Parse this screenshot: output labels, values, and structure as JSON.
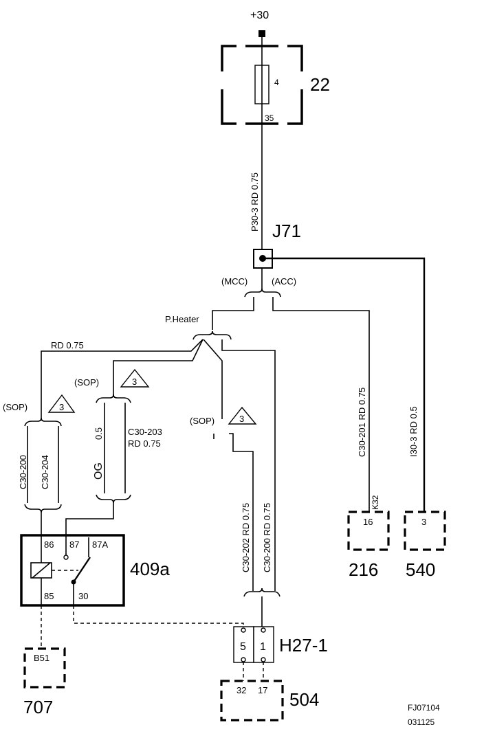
{
  "supply": {
    "label": "+30"
  },
  "fuse": {
    "id": "22",
    "pin_top": "4",
    "pin_bottom": "35"
  },
  "wire_main": {
    "label": "P30-3   RD   0.75"
  },
  "junction": {
    "id": "J71",
    "mcc": "(MCC)",
    "acc": "(ACC)"
  },
  "heater": {
    "label": "P.Heater"
  },
  "wire_rd": {
    "label": "RD   0.75"
  },
  "sop_left": {
    "label": "(SOP)",
    "note": "3"
  },
  "sop_mid": {
    "label": "(SOP)",
    "note": "3"
  },
  "sop_right": {
    "label": "(SOP)",
    "note": "3"
  },
  "wires_left": {
    "a": "C30-200",
    "b": "C30-204"
  },
  "wire_og": {
    "color": "OG",
    "size": "0.5",
    "id": "C30-203",
    "rd": "RD 0.75"
  },
  "wire_c30_202": {
    "label": "C30-202   RD   0.75"
  },
  "wire_c30_200": {
    "label": "C30-200   RD   0.75"
  },
  "wire_c30_201": {
    "label": "C30-201   RD   0.75"
  },
  "wire_i30_3": {
    "label": "I30-3   RD   0.5"
  },
  "relay": {
    "id": "409a",
    "pin86": "86",
    "pin87": "87",
    "pin87a": "87A",
    "pin85": "85",
    "pin30": "30"
  },
  "conn_216": {
    "id": "216",
    "pin": "16",
    "conn": "K32"
  },
  "conn_540": {
    "id": "540",
    "pin": "3"
  },
  "conn_h27": {
    "id": "H27-1",
    "pin_a": "5",
    "pin_b": "1"
  },
  "conn_504": {
    "id": "504",
    "pin_a": "32",
    "pin_b": "17"
  },
  "conn_707": {
    "id": "707",
    "pin": "B51"
  },
  "footer": {
    "code": "FJ07104",
    "date": "031125"
  }
}
